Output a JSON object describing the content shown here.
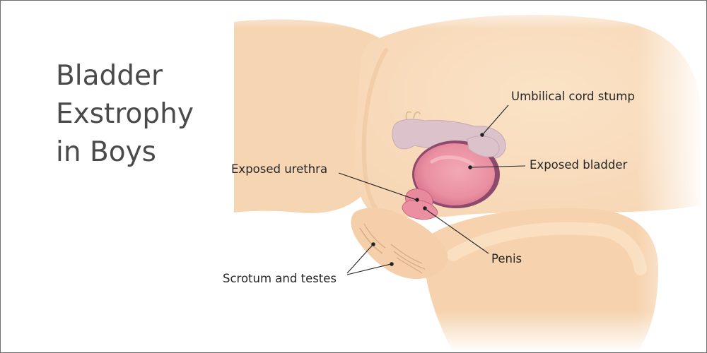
{
  "title": {
    "line1": "Bladder",
    "line2": "Exstrophy",
    "line3": "in Boys"
  },
  "labels": {
    "umbilical_cord_stump": "Umbilical cord stump",
    "exposed_bladder": "Exposed bladder",
    "exposed_urethra": "Exposed urethra",
    "penis": "Penis",
    "scrotum_and_testes": "Scrotum and testes"
  },
  "colors": {
    "skin": "#f8dcbd",
    "skin_shadow": "#f0c9a1",
    "skin_crease": "#d9aa80",
    "bladder": "#ec93a4",
    "bladder_rim": "#8e4a6c",
    "cord": "#dcc4cb",
    "urethra": "#e8849a",
    "leader_line": "#222222",
    "title": "#4a4a4a"
  }
}
